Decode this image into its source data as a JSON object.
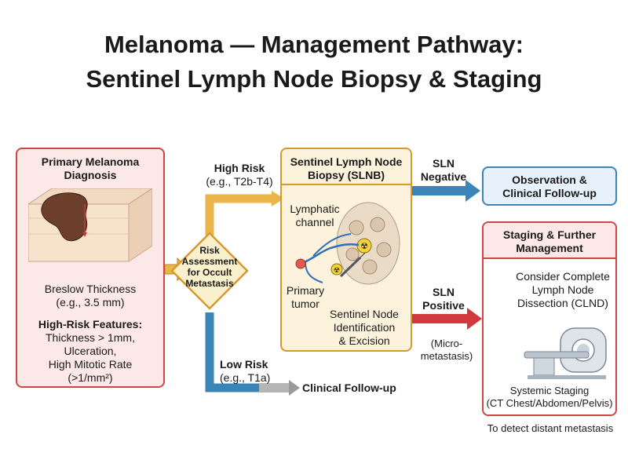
{
  "title_line1": "Melanoma — Management Pathway:",
  "title_line2": "Sentinel Lymph Node Biopsy & Staging",
  "primary": {
    "heading": "Primary Melanoma Diagnosis",
    "breslow": "Breslow Thickness",
    "breslow_example": "(e.g., 3.5 mm)",
    "features_title": "High-Risk Features:",
    "feature_1": "Thickness > 1mm,",
    "feature_2": "Ulceration,",
    "feature_3": "High Mitotic Rate",
    "feature_4": "(>1/mm²)"
  },
  "risk": {
    "line1": "Risk",
    "line2": "Assessment",
    "line3": "for Occult",
    "line4": "Metastasis"
  },
  "high_risk": {
    "label": "High Risk",
    "example": "(e.g., T2b-T4)"
  },
  "low_risk": {
    "label": "Low Risk",
    "example": "(e.g., T1a)"
  },
  "clinical_followup": "Clinical Follow-up",
  "slnb": {
    "heading1": "Sentinel Lymph Node",
    "heading2": "Biopsy (SLNB)",
    "lymphatic1": "Lymphatic",
    "lymphatic2": "channel",
    "primary1": "Primary",
    "primary2": "tumor",
    "sentinel1": "Sentinel Node",
    "sentinel2": "Identification",
    "sentinel3": "& Excision"
  },
  "sln_negative": {
    "line1": "SLN",
    "line2": "Negative"
  },
  "sln_positive": {
    "line1": "SLN",
    "line2": "Positive"
  },
  "micro1": "(Micro-",
  "micro2": "metastasis)",
  "observation": {
    "line1": "Observation &",
    "line2": "Clinical Follow-up"
  },
  "staging": {
    "heading1": "Staging & Further",
    "heading2": "Management",
    "clnd1": "Consider Complete",
    "clnd2": "Lymph Node",
    "clnd3": "Dissection (CLND)",
    "systemic1": "Systemic Staging",
    "systemic2": "(CT Chest/Abdomen/Pelvis)"
  },
  "distant_note": "To detect distant metastasis",
  "colors": {
    "red": "#d0393e",
    "orange": "#e6a23c",
    "blue": "#3a84b8",
    "gray": "#9a9a9a"
  }
}
